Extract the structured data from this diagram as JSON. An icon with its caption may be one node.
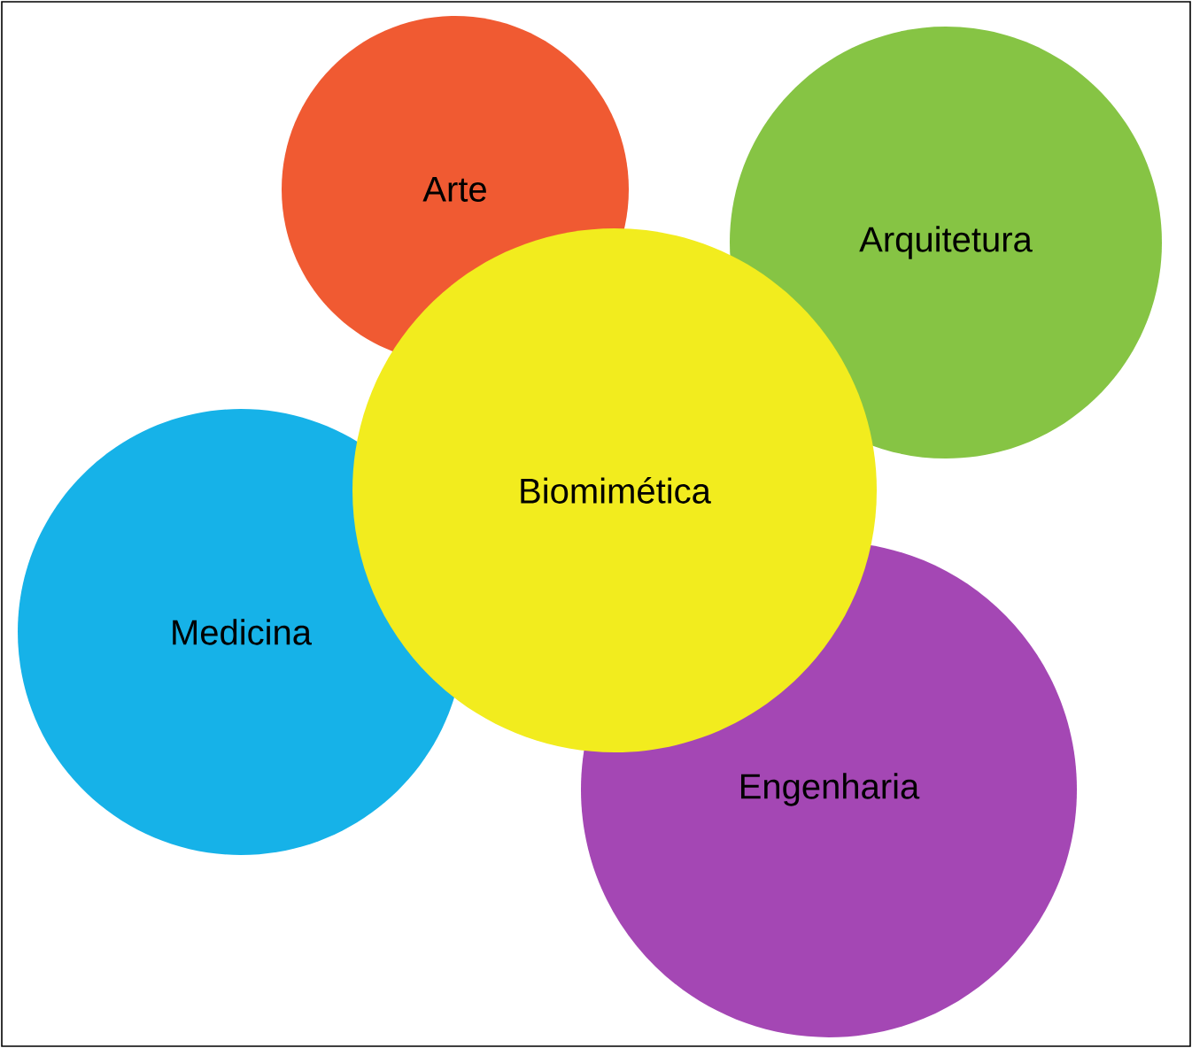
{
  "diagram": {
    "nodes": [
      {
        "text": [
          "Arte"
        ]
      },
      {
        "text": [
          "Arquitetura"
        ]
      },
      {
        "text": [
          "Biomimética"
        ]
      },
      {
        "text": [
          "Medicina"
        ]
      },
      {
        "text": [
          "Engenharia"
        ]
      }
    ]
  }
}
